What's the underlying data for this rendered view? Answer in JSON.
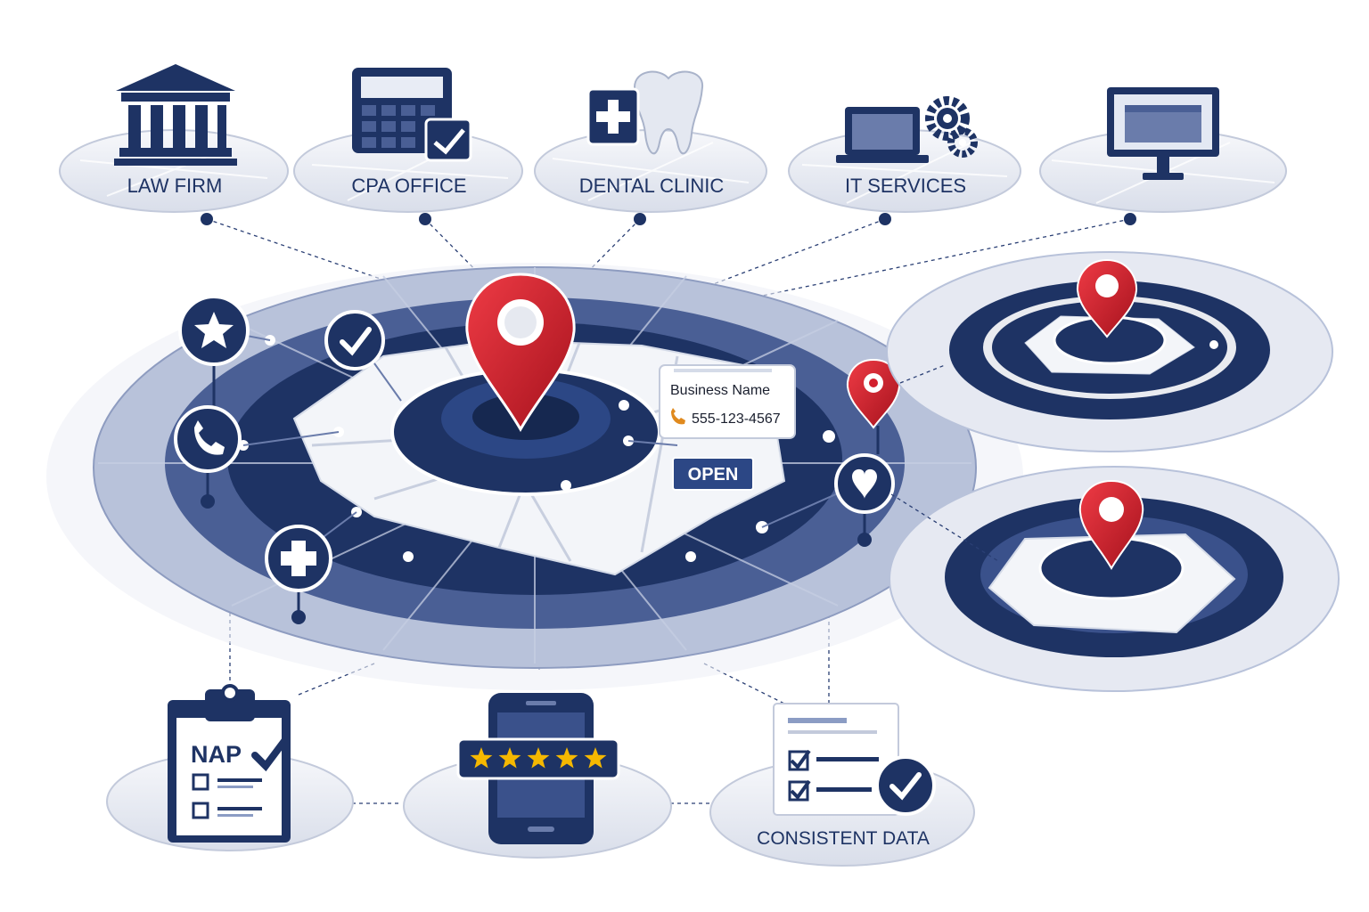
{
  "categories": [
    {
      "label": "LAW FIRM",
      "icon": "courthouse-icon"
    },
    {
      "label": "CPA OFFICE",
      "icon": "calculator-icon"
    },
    {
      "label": "DENTAL CLINIC",
      "icon": "tooth-icon"
    },
    {
      "label": "IT SERVICES",
      "icon": "laptop-gear-icon"
    },
    {
      "label": "",
      "icon": "monitor-icon"
    }
  ],
  "listing_card": {
    "business_name": "Business Name",
    "phone": "555-123-4567",
    "status": "OPEN"
  },
  "hub_icons": [
    "star-icon",
    "checkmark-icon",
    "phone-icon",
    "medical-cross-icon",
    "heart-icon"
  ],
  "bottom_items": [
    {
      "label": "NAP",
      "icon": "clipboard-checklist-icon"
    },
    {
      "label": "",
      "icon": "smartphone-rating-icon",
      "rating": 5
    },
    {
      "label": "CONSISTENT DATA",
      "icon": "document-checklist-icon"
    }
  ],
  "colors": {
    "navy": "#1e3364",
    "mid_blue": "#4a5f95",
    "light_blue": "#8b9cc4",
    "pin_red": "#d2202e",
    "star_gold": "#f5b800"
  }
}
